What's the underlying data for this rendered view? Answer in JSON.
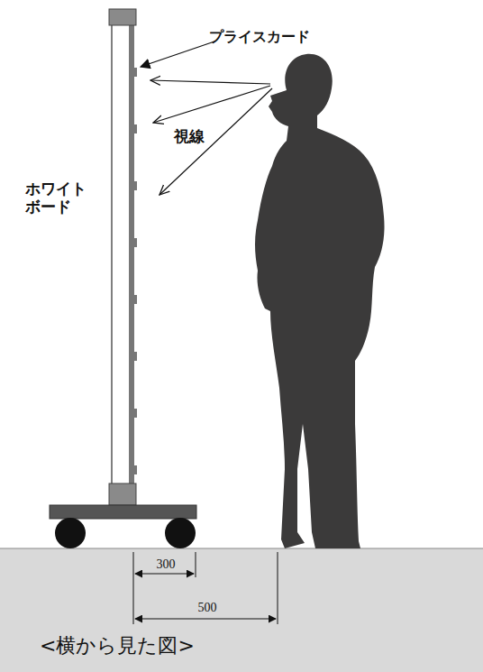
{
  "diagram": {
    "caption": "<横から見た図>",
    "labels": [
      "プライスカード",
      "視線",
      "ホワイト ボード",
      "300",
      "500"
    ]
  }
}
